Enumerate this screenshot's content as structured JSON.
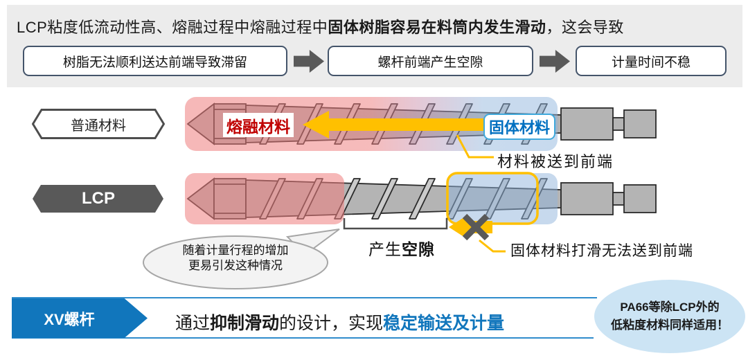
{
  "header": {
    "intro": {
      "normal1": "LCP粘度低流动性高、熔融过程中熔融过程中",
      "bold": "固体树脂容易在料筒内发生滑动",
      "normal2": "，这会导致"
    },
    "flow": [
      "树脂无法顺利送达前端导致滞留",
      "螺杆前端产生空隙",
      "计量时间不稳"
    ]
  },
  "diagram": {
    "normal_row": {
      "label": "普通材料",
      "melt": "熔融材料",
      "solid": "固体材料",
      "annotation": "材料被送到前端"
    },
    "lcp_row": {
      "label": "LCP",
      "gap_normal": "产生",
      "gap_bold": "空隙",
      "annotation": "固体材料打滑无法送到前端",
      "bubble_line1": "随着计量行程的增加",
      "bubble_line2": "更易引发这种情况"
    }
  },
  "footer": {
    "badge": "XV螺杆",
    "normal1": "通过",
    "bold1": "抑制滑动",
    "normal2": "的设计，实现",
    "bold_blue": "稳定输送及计量",
    "note_line1": "PA66等除LCP外的",
    "note_line2": "低粘度材料同样适用！"
  },
  "colors": {
    "red_text": "#c00000",
    "blue_text": "#0070c0",
    "yellow": "#ffc000",
    "footer_blue": "#1176bc",
    "banner_gray": "#ececec",
    "note_blue": "#cce4f4",
    "dark_gray": "#595959",
    "highlight_red": "#ee7d7d",
    "highlight_blue": "#8fb4dc"
  }
}
